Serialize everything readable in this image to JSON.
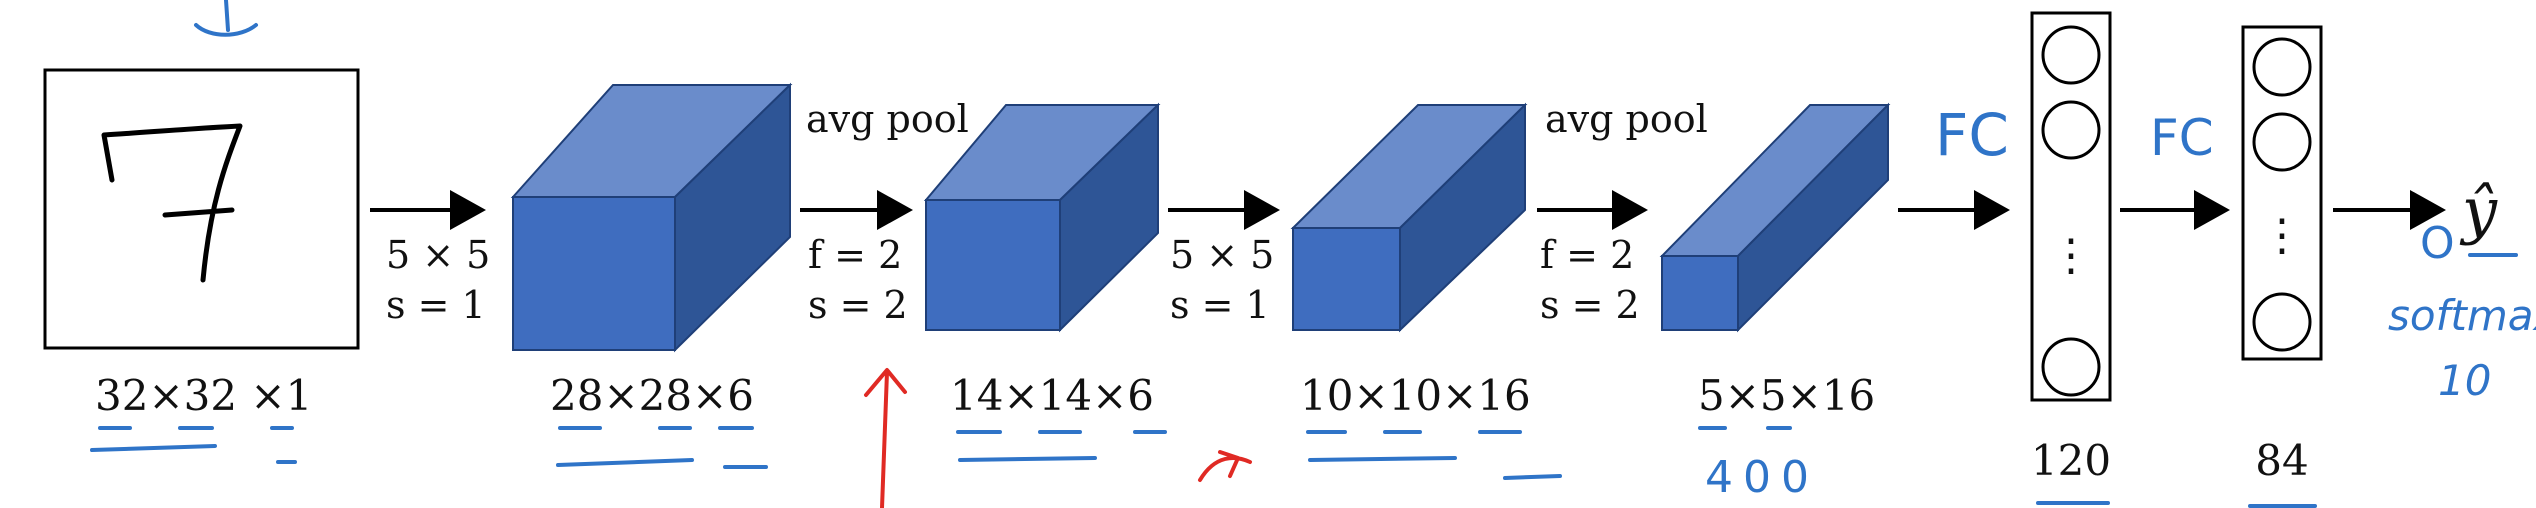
{
  "input": {
    "digit": "7",
    "dims": "32×32 ×1"
  },
  "layers": [
    {
      "id": "conv1",
      "op_top": "5 × 5",
      "op_bottom": "s = 1",
      "dims": "28×28×6"
    },
    {
      "id": "pool1",
      "op_name": "avg pool",
      "op_top": "f = 2",
      "op_bottom": "s = 2",
      "dims": "14×14×6"
    },
    {
      "id": "conv2",
      "op_top": "5 × 5",
      "op_bottom": "s = 1",
      "dims": "10×10×16"
    },
    {
      "id": "pool2",
      "op_name": "avg pool",
      "op_top": "f = 2",
      "op_bottom": "s = 2",
      "dims": "5×5×16"
    }
  ],
  "fc": [
    {
      "id": "fc1",
      "label": "FC",
      "size": "120",
      "dots": "⋮"
    },
    {
      "id": "fc2",
      "label": "FC",
      "size": "84",
      "dots": "⋮"
    }
  ],
  "output": {
    "symbol": "ŷ"
  },
  "annotations": {
    "flatten": "400",
    "softmax": "softmax",
    "softmax_count": "10",
    "circle": "O"
  },
  "colors": {
    "cube_front": "#3f6dbf",
    "cube_top": "#6a8ccb",
    "cube_side": "#2e5596",
    "cube_edge": "#1f3f78",
    "pen_blue": "#2f74c8",
    "pen_red": "#e02a24",
    "ink": "#000000"
  }
}
